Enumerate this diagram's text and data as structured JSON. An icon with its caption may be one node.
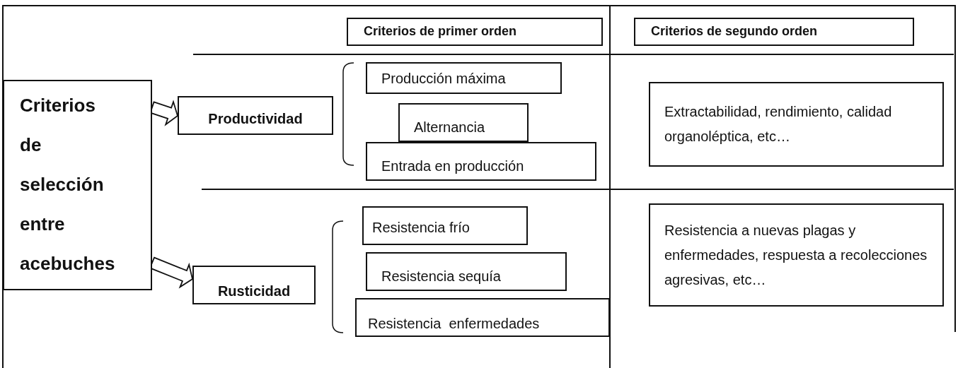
{
  "diagram": {
    "nodes": [
      {
        "text": [
          "Criterios de selección entre acebuches"
        ]
      },
      {
        "text": [
          "Productividad"
        ]
      },
      {
        "text": [
          "Rusticidad"
        ]
      },
      {
        "text": [
          "Criterios de primer orden"
        ]
      },
      {
        "text": [
          "Criterios de segundo orden"
        ]
      },
      {
        "text": [
          "Producción máxima"
        ]
      },
      {
        "text": [
          "Alternancia"
        ]
      },
      {
        "text": [
          "Entrada en producción"
        ]
      },
      {
        "text": [
          "Resistencia frío"
        ]
      },
      {
        "text": [
          "Resistencia sequía"
        ]
      },
      {
        "text": [
          "Resistencia  enfermedades"
        ]
      },
      {
        "text": [
          "Extractabilidad, rendimiento, calidad organoléptica, etc…"
        ]
      },
      {
        "text": [
          "Resistencia a nuevas plagas y enfermedades, respuesta a recolecciones agresivas, etc…"
        ]
      }
    ],
    "edges": [
      {
        "from": 0,
        "to": 1,
        "arrow": "to"
      },
      {
        "from": 0,
        "to": 2,
        "arrow": "to"
      }
    ]
  }
}
